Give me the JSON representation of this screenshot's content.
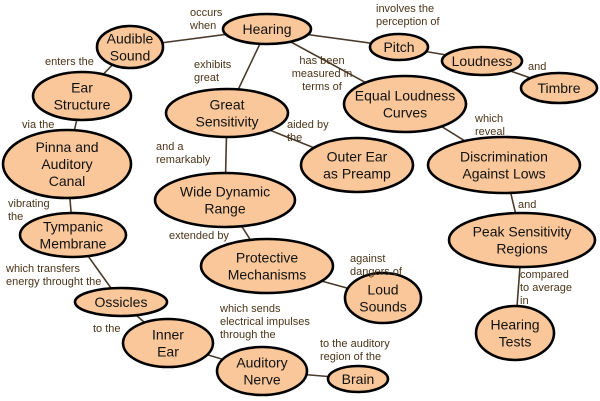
{
  "title": "Hearing concept map",
  "colors": {
    "node_fill": "#f9c79a",
    "node_stroke": "#000000",
    "edge": "#4a3a2a",
    "label_text": "#4a3418"
  },
  "nodes": [
    {
      "id": "hearing",
      "lines": [
        "Hearing"
      ]
    },
    {
      "id": "audible-sound",
      "lines": [
        "Audible",
        "Sound"
      ]
    },
    {
      "id": "pitch",
      "lines": [
        "Pitch"
      ]
    },
    {
      "id": "loudness",
      "lines": [
        "Loudness"
      ]
    },
    {
      "id": "timbre",
      "lines": [
        "Timbre"
      ]
    },
    {
      "id": "ear-structure",
      "lines": [
        "Ear",
        "Structure"
      ]
    },
    {
      "id": "great-sensitivity",
      "lines": [
        "Great",
        "Sensitivity"
      ]
    },
    {
      "id": "equal-loudness-curves",
      "lines": [
        "Equal Loudness",
        "Curves"
      ]
    },
    {
      "id": "pinna-auditory-canal",
      "lines": [
        "Pinna and",
        "Auditory",
        "Canal"
      ]
    },
    {
      "id": "outer-ear-preamp",
      "lines": [
        "Outer Ear",
        "as Preamp"
      ]
    },
    {
      "id": "discrimination-against-lows",
      "lines": [
        "Discrimination",
        "Against Lows"
      ]
    },
    {
      "id": "wide-dynamic-range",
      "lines": [
        "Wide Dynamic",
        "Range"
      ]
    },
    {
      "id": "tympanic-membrane",
      "lines": [
        "Tympanic",
        "Membrane"
      ]
    },
    {
      "id": "peak-sensitivity-regions",
      "lines": [
        "Peak Sensitivity",
        "Regions"
      ]
    },
    {
      "id": "protective-mechanisms",
      "lines": [
        "Protective",
        "Mechanisms"
      ]
    },
    {
      "id": "loud-sounds",
      "lines": [
        "Loud",
        "Sounds"
      ]
    },
    {
      "id": "ossicles",
      "lines": [
        "Ossicles"
      ]
    },
    {
      "id": "inner-ear",
      "lines": [
        "Inner",
        "Ear"
      ]
    },
    {
      "id": "hearing-tests",
      "lines": [
        "Hearing",
        "Tests"
      ]
    },
    {
      "id": "auditory-nerve",
      "lines": [
        "Auditory",
        "Nerve"
      ]
    },
    {
      "id": "brain",
      "lines": [
        "Brain"
      ]
    }
  ],
  "links": [
    {
      "from": "hearing",
      "to": "audible-sound",
      "label": [
        "occurs",
        "when"
      ]
    },
    {
      "from": "hearing",
      "to": "pitch",
      "label": [
        "involves the",
        "perception of"
      ]
    },
    {
      "from": "pitch",
      "to": "loudness",
      "label": []
    },
    {
      "from": "loudness",
      "to": "timbre",
      "label": [
        "and"
      ]
    },
    {
      "from": "audible-sound",
      "to": "ear-structure",
      "label": [
        "enters the"
      ]
    },
    {
      "from": "hearing",
      "to": "great-sensitivity",
      "label": [
        "exhibits",
        "great"
      ]
    },
    {
      "from": "hearing",
      "to": "equal-loudness-curves",
      "label": [
        "has been",
        "measured in",
        "terms of"
      ]
    },
    {
      "from": "ear-structure",
      "to": "pinna-auditory-canal",
      "label": [
        "via the"
      ]
    },
    {
      "from": "great-sensitivity",
      "to": "outer-ear-preamp",
      "label": [
        "aided by",
        "the"
      ]
    },
    {
      "from": "equal-loudness-curves",
      "to": "discrimination-against-lows",
      "label": [
        "which",
        "reveal"
      ]
    },
    {
      "from": "great-sensitivity",
      "to": "wide-dynamic-range",
      "label": [
        "and a",
        "remarkably"
      ]
    },
    {
      "from": "pinna-auditory-canal",
      "to": "tympanic-membrane",
      "label": [
        "vibrating",
        "the"
      ]
    },
    {
      "from": "discrimination-against-lows",
      "to": "peak-sensitivity-regions",
      "label": [
        "and"
      ]
    },
    {
      "from": "wide-dynamic-range",
      "to": "protective-mechanisms",
      "label": [
        "extended by"
      ]
    },
    {
      "from": "protective-mechanisms",
      "to": "loud-sounds",
      "label": [
        "against",
        "dangers of"
      ]
    },
    {
      "from": "tympanic-membrane",
      "to": "ossicles",
      "label": [
        "which transfers",
        "energy throught the"
      ]
    },
    {
      "from": "ossicles",
      "to": "inner-ear",
      "label": [
        "to the"
      ]
    },
    {
      "from": "peak-sensitivity-regions",
      "to": "hearing-tests",
      "label": [
        "compared",
        "to average",
        "in"
      ]
    },
    {
      "from": "inner-ear",
      "to": "auditory-nerve",
      "label": [
        "which sends",
        "electrical impulses",
        "through the"
      ]
    },
    {
      "from": "auditory-nerve",
      "to": "brain",
      "label": [
        "to the auditory",
        "region of the"
      ]
    }
  ]
}
